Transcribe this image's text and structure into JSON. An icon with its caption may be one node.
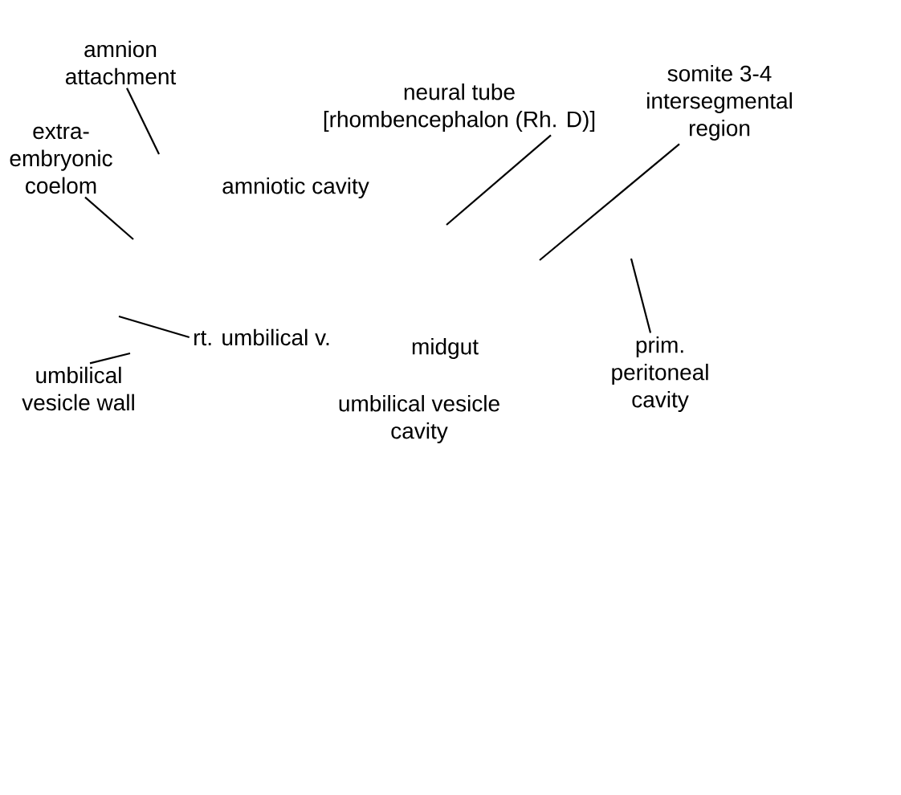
{
  "diagram": {
    "nodes": [
      {
        "text": [
          "amnion attachment"
        ]
      },
      {
        "text": [
          "extra- embryonic coelom"
        ]
      },
      {
        "text": [
          "neural tube [rhombencephalon (Rh. D)]"
        ]
      },
      {
        "text": [
          "somite 3-4 intersegmental region"
        ]
      },
      {
        "text": [
          "rt. umbilical v."
        ]
      },
      {
        "text": [
          "prim. peritoneal cavity"
        ]
      },
      {
        "text": [
          "umbilical vesicle wall"
        ]
      }
    ],
    "edges": [
      {
        "from": 0,
        "to": null,
        "arrow": "none"
      },
      {
        "from": 1,
        "to": null,
        "arrow": "none"
      },
      {
        "from": 2,
        "to": null,
        "arrow": "none"
      },
      {
        "from": 3,
        "to": null,
        "arrow": "none"
      },
      {
        "from": 4,
        "to": null,
        "arrow": "none"
      },
      {
        "from": 5,
        "to": null,
        "arrow": "none"
      },
      {
        "from": 6,
        "to": null,
        "arrow": "none"
      }
    ],
    "labels": [
      "amniotic cavity",
      "midgut",
      "umbilical vesicle cavity"
    ]
  }
}
